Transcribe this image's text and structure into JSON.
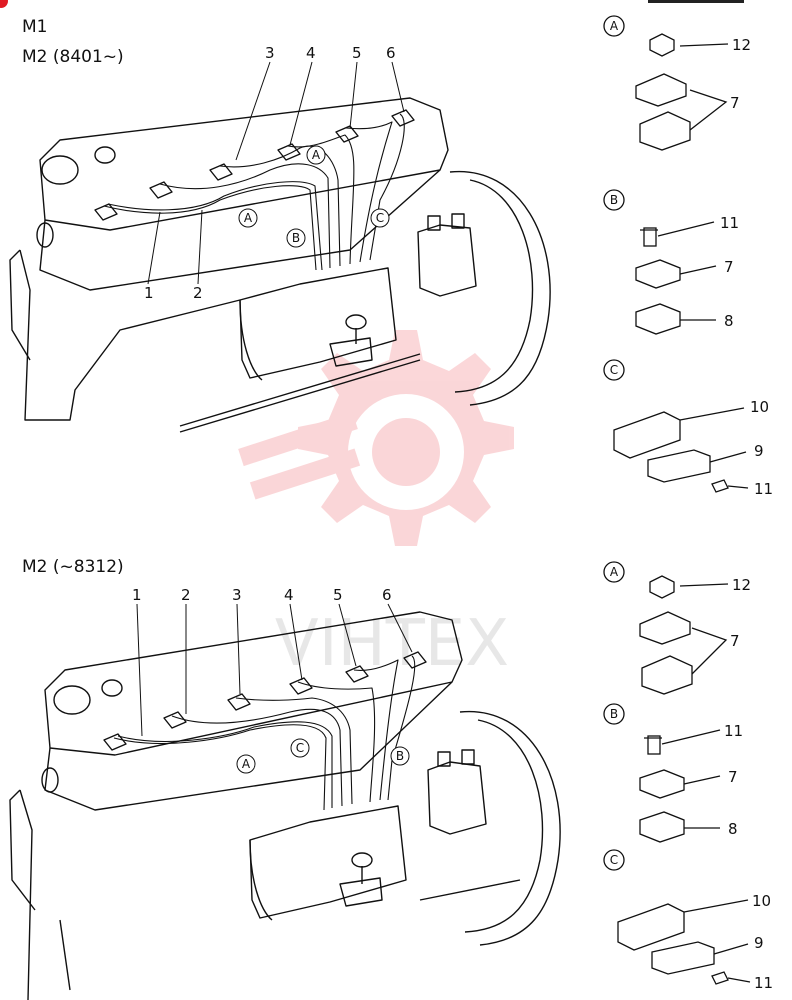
{
  "headers": {
    "top_line1": "M1",
    "top_line2": "M2 (8401~)",
    "bottom": "M2 (~8312)"
  },
  "top_engine_numbers": [
    "1",
    "2",
    "3",
    "4",
    "5",
    "6"
  ],
  "top_engine_clamps": [
    "A",
    "A",
    "B",
    "C"
  ],
  "bottom_engine_numbers": [
    "1",
    "2",
    "3",
    "4",
    "5",
    "6"
  ],
  "bottom_engine_clamps": [
    "A",
    "C",
    "B"
  ],
  "parts_top": {
    "A": {
      "circle": "A",
      "labels": [
        "12",
        "7"
      ]
    },
    "B": {
      "circle": "B",
      "labels": [
        "11",
        "7",
        "8"
      ]
    },
    "C": {
      "circle": "C",
      "labels": [
        "10",
        "9",
        "11"
      ]
    }
  },
  "parts_bottom": {
    "A": {
      "circle": "A",
      "labels": [
        "12",
        "7"
      ]
    },
    "B": {
      "circle": "B",
      "labels": [
        "11",
        "7",
        "8"
      ]
    },
    "C": {
      "circle": "C",
      "labels": [
        "10",
        "9",
        "11"
      ]
    }
  },
  "watermark": "VIHTEX",
  "colors": {
    "line": "#111111",
    "watermark": "#e8242b"
  }
}
